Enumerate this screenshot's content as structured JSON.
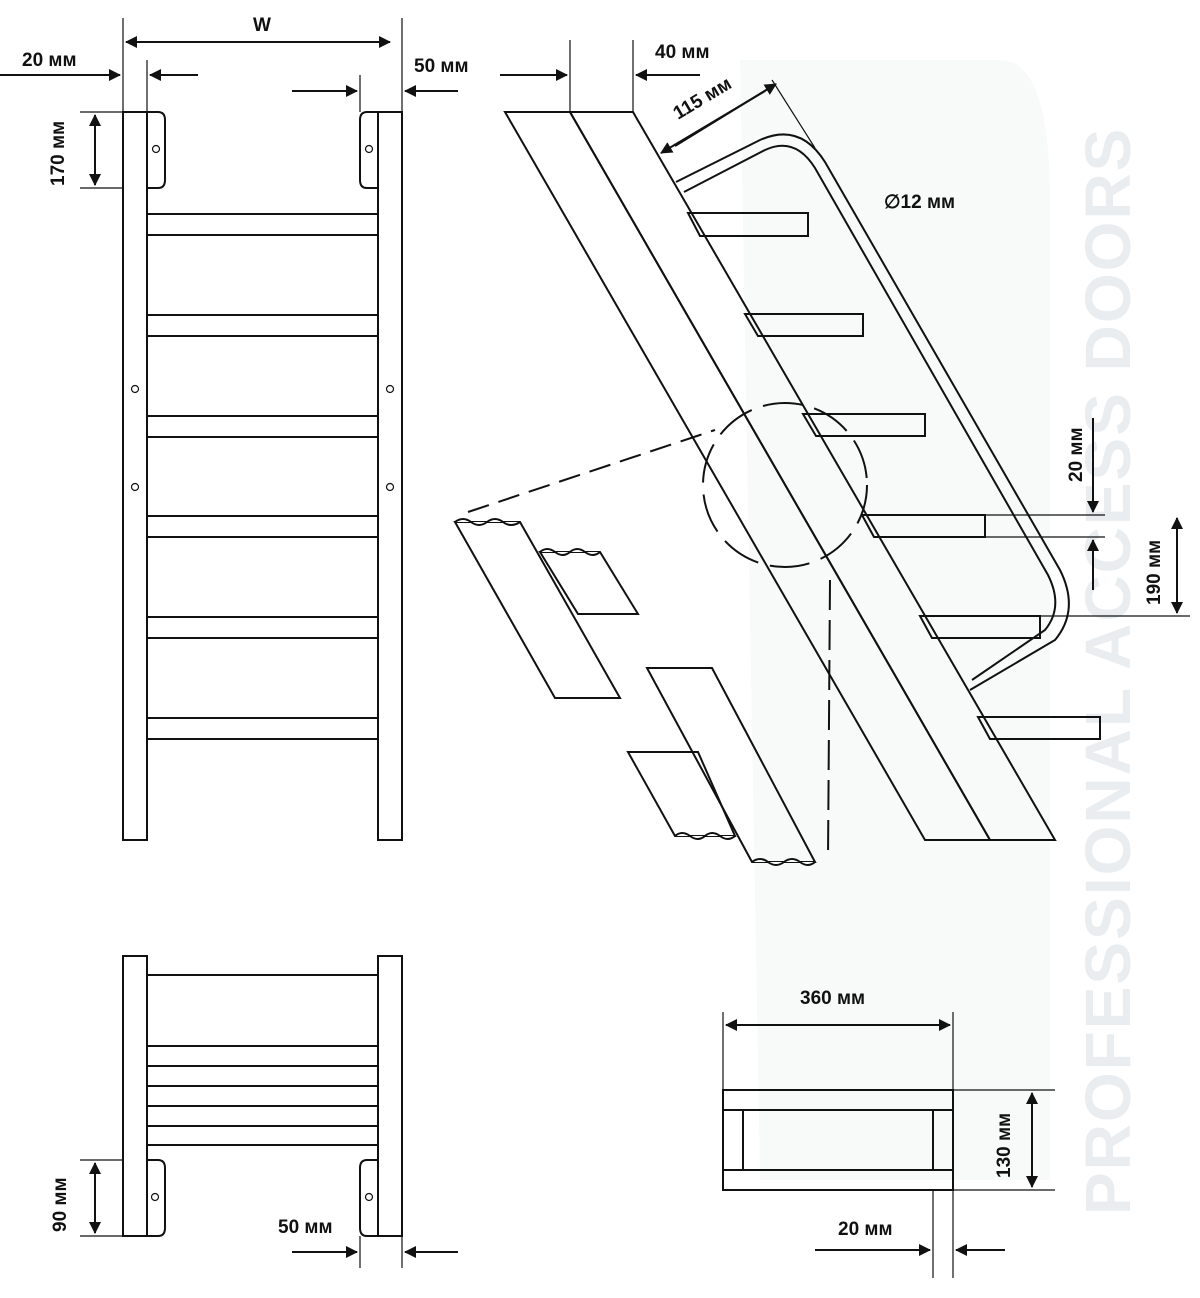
{
  "watermark": {
    "text": "PROFESSIONAL ACCESS DOORS",
    "color": "#e9edf0"
  },
  "front_view": {
    "width_label": "W",
    "left_offset_label": "20 мм",
    "right_offset_label": "50 мм",
    "bracket_height_label": "170 мм"
  },
  "side_view": {
    "gap_label": "40 мм",
    "rail_offset_label": "115 мм",
    "rail_diameter_label": "∅12 мм",
    "rung_thickness_label": "20 мм",
    "rung_pitch_label": "190 мм"
  },
  "bottom_view": {
    "bracket_height_label": "90 мм",
    "bracket_offset_label": "50 мм"
  },
  "section_view": {
    "width_label": "360 мм",
    "height_label": "130 мм",
    "thickness_label": "20 мм"
  },
  "colors": {
    "line": "#111111",
    "background": "#ffffff"
  }
}
